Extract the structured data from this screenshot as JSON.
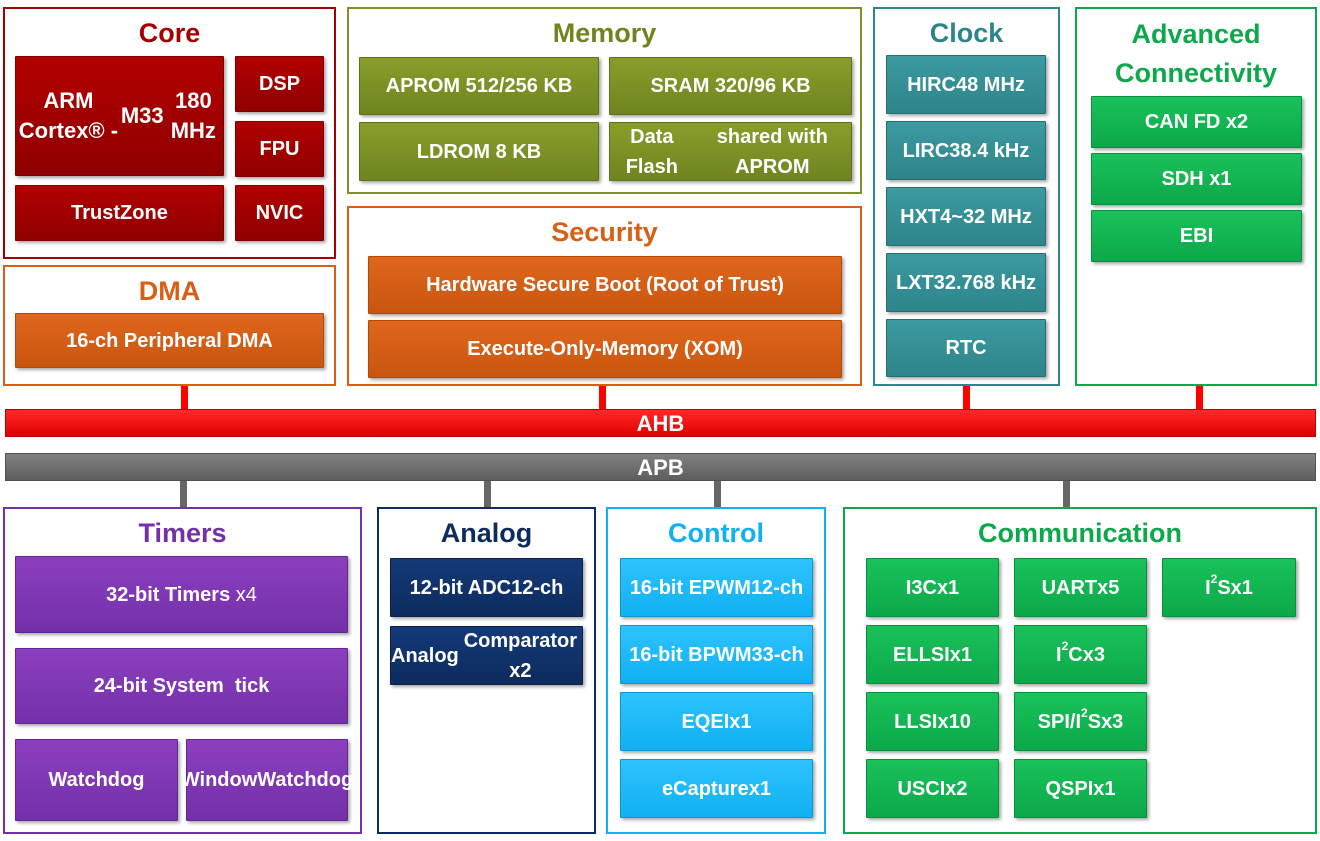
{
  "core": {
    "title": "Core",
    "cpu_line1": "ARM Cortex® -",
    "cpu_line2": "M33",
    "cpu_line3": "180 MHz",
    "dsp": "DSP",
    "fpu": "FPU",
    "trustzone": "TrustZone",
    "nvic": "NVIC"
  },
  "memory": {
    "title": "Memory",
    "aprom": "APROM 512/256 KB",
    "sram": "SRAM 320/96 KB",
    "ldrom": "LDROM 8 KB",
    "dataflash_line1": "Data Flash",
    "dataflash_line2": "shared with APROM"
  },
  "clock": {
    "title": "Clock",
    "hirc_name": "HIRC",
    "hirc_val": "48 MHz",
    "lirc_name": "LIRC",
    "lirc_val": "38.4 kHz",
    "hxt_name": "HXT",
    "hxt_val": "4~32 MHz",
    "lxt_name": "LXT",
    "lxt_val": "32.768 kHz",
    "rtc": "RTC"
  },
  "advanced": {
    "title_line1": "Advanced",
    "title_line2": "Connectivity",
    "canfd": "CAN FD x2",
    "sdh": "SDH x1",
    "ebi": "EBI"
  },
  "dma": {
    "title": "DMA",
    "pdma": "16-ch Peripheral DMA"
  },
  "security": {
    "title": "Security",
    "secure_boot": "Hardware Secure Boot (Root of Trust)",
    "xom": "Execute-Only-Memory (XOM)"
  },
  "bus": {
    "ahb": "AHB",
    "apb": "APB"
  },
  "timers": {
    "title": "Timers",
    "t32_bold": "32-bit Timers",
    "t32_count": " x4",
    "systick": "24-bit System  tick",
    "watchdog": "Watchdog",
    "wwdt_line1": "Window",
    "wwdt_line2": "Watchdog"
  },
  "analog": {
    "title": "Analog",
    "adc_line1": "12-bit ADC",
    "adc_line2": "12-ch",
    "acmp_line1": "Analog",
    "acmp_line2": "Comparator x2"
  },
  "control": {
    "title": "Control",
    "epwm_line1": "16-bit EPWM",
    "epwm_line2": "12-ch",
    "bpwm_line1": "16-bit BPWM",
    "bpwm_line2": "33-ch",
    "eqei_line1": "EQEI",
    "eqei_line2": "x1",
    "ecap_line1": "eCapture",
    "ecap_line2": "x1"
  },
  "communication": {
    "title": "Communication",
    "i3c_name": "I3C",
    "i3c_count": "x1",
    "uart_name": "UART",
    "uart_count": "x5",
    "i2s_i": "I",
    "i2s_sup": "2",
    "i2s_s": "S",
    "i2s_count": "x1",
    "ellsi_name": "ELLSI",
    "ellsi_count": "x1",
    "i2c_i": "I",
    "i2c_sup": "2",
    "i2c_c": "C",
    "i2c_count": "x3",
    "llsi_name": "LLSI",
    "llsi_count": "x10",
    "spii2s_prefix": "SPI/I",
    "spii2s_sup": "2",
    "spii2s_s": "S",
    "spii2s_count": "x3",
    "usci_name": "USCI",
    "usci_count": "x2",
    "qspi_name": "QSPI",
    "qspi_count": "x1"
  },
  "colors": {
    "core": "#a50000",
    "memory": "#6f8420",
    "dma_security": "#d95f14",
    "clock": "#2d858b",
    "advanced": "#0ca84a",
    "ahb": "#ff0000",
    "apb": "#6e6e6e",
    "timers": "#7430a8",
    "analog": "#0d2b5e",
    "control": "#10b0f2",
    "communication": "#0ca84a"
  }
}
